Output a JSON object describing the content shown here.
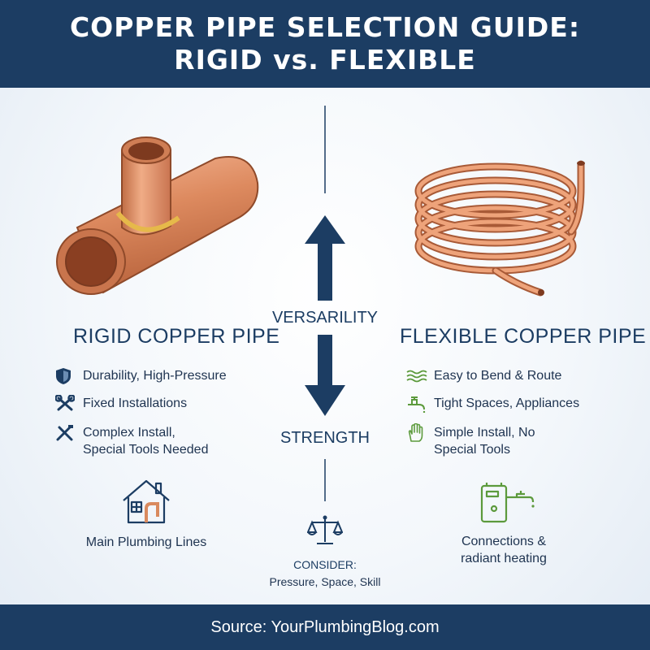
{
  "header": {
    "title_line1": "COPPER PIPE SELECTION GUIDE:",
    "title_line2": "RIGID vs. FLEXIBLE"
  },
  "rigid": {
    "title": "RIGID COPPER PIPE",
    "features": [
      {
        "icon": "shield-icon",
        "line1": "Durability, High-Pressure",
        "line2": ""
      },
      {
        "icon": "wrench-screwdriver-icon",
        "line1": "Fixed Installations",
        "line2": ""
      },
      {
        "icon": "tools-icon",
        "line1": "Complex Install,",
        "line2": "Special Tools Needed"
      }
    ],
    "usage_icon": "house-pipe-icon",
    "usage": "Main Plumbing Lines"
  },
  "flexible": {
    "title": "FLEXIBLE COPPER PIPE",
    "features": [
      {
        "icon": "waves-icon",
        "line1": "Easy to Bend & Route",
        "line2": ""
      },
      {
        "icon": "faucet-icon",
        "line1": "Tight Spaces, Appliances",
        "line2": ""
      },
      {
        "icon": "hand-icon",
        "line1": "Simple Install, No",
        "line2": "Special Tools"
      }
    ],
    "usage_icon": "water-heater-icon",
    "usage_line1": "Connections &",
    "usage_line2": "radiant heating"
  },
  "center": {
    "top_label": "VERSARILITY",
    "bottom_label": "STRENGTH",
    "consider_icon": "scales-icon",
    "consider_title": "CONSIDER:",
    "consider_text": "Pressure, Space, Skill"
  },
  "footer": {
    "source": "Source: YourPlumbingBlog.com"
  },
  "colors": {
    "navy": "#1c3d63",
    "copper": "#d98a5e",
    "green": "#5c9a3c"
  }
}
